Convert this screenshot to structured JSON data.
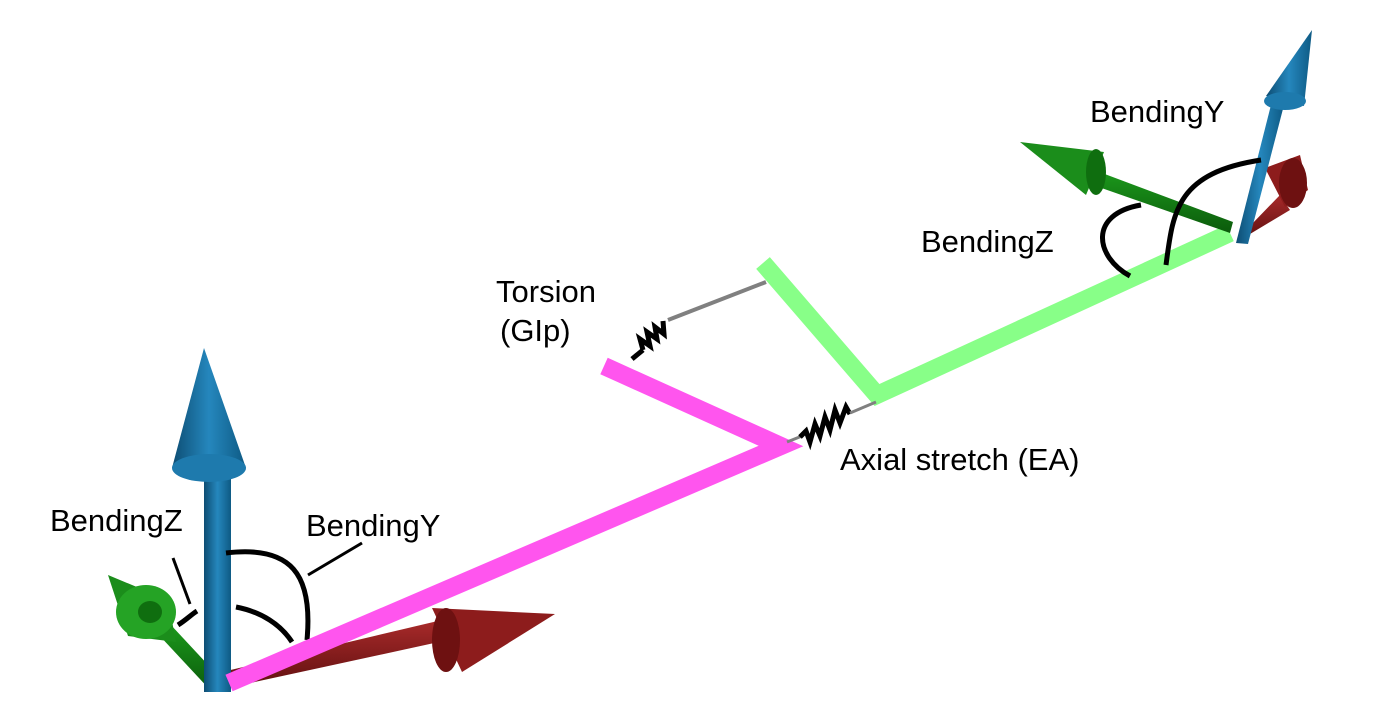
{
  "labels": {
    "bending_y_right": "BendingY",
    "bending_z_right": "BendingZ",
    "torsion_line1": "Torsion",
    "torsion_line2": "(GIp)",
    "axial_stretch": "Axial stretch (EA)",
    "bending_z_left": "BendingZ",
    "bending_y_left": "BendingY"
  },
  "colors": {
    "beam_left": "#ff55ee",
    "beam_right": "#88ff88",
    "axis_blue": "#1b6fa0",
    "axis_red": "#8b1a1a",
    "axis_green": "#137a13",
    "spring": "#000000",
    "connector": "#808080"
  },
  "icons": {
    "left_frame": [
      "z-axis-arrow-blue",
      "x-axis-arrow-red",
      "y-axis-arrow-green"
    ],
    "right_frame": [
      "z-axis-arrow-blue",
      "x-axis-arrow-red",
      "y-axis-arrow-green"
    ],
    "springs": [
      "torsion-spring-icon",
      "axial-spring-icon"
    ]
  }
}
